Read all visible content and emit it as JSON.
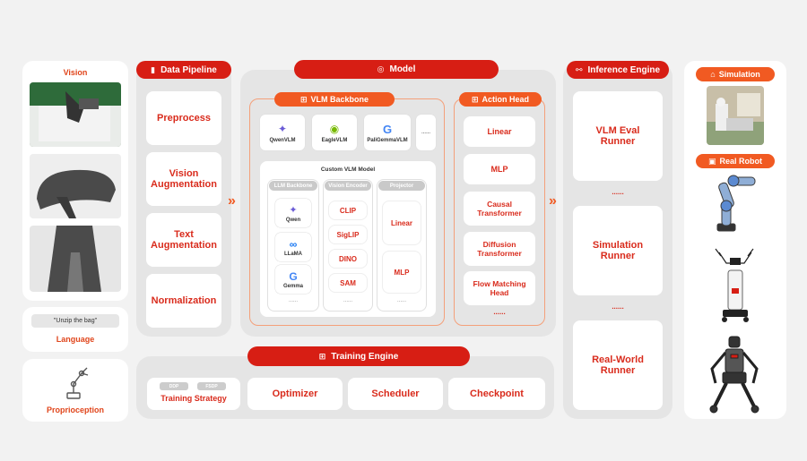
{
  "input": {
    "vision_label": "Vision",
    "language_quote": "\"Unzip the bag\"",
    "language_label": "Language",
    "proprioception_label": "Proprioception"
  },
  "data_pipeline": {
    "title": "Data Pipeline",
    "items": [
      "Preprocess",
      "Vision Augmentation",
      "Text Augmentation",
      "Normalization"
    ]
  },
  "model": {
    "title": "Model",
    "vlm_backbone": {
      "title": "VLM Backbone",
      "models": [
        "QwenVLM",
        "EagleVLM",
        "PaliGemmaVLM"
      ],
      "more": "......",
      "custom": {
        "title": "Custom VLM Model",
        "llm_backbone": {
          "title": "LLM Backbone",
          "items": [
            "Qwen",
            "LLaMA",
            "Gemma"
          ],
          "more": "......"
        },
        "vision_encoder": {
          "title": "Vision Encoder",
          "items": [
            "CLIP",
            "SigLIP",
            "DINO",
            "SAM"
          ],
          "more": "......"
        },
        "projector": {
          "title": "Projector",
          "items": [
            "Linear",
            "MLP"
          ],
          "more": "......"
        }
      }
    },
    "action_head": {
      "title": "Action Head",
      "items": [
        "Linear",
        "MLP",
        "Causal Transformer",
        "Diffusion Transformer",
        "Flow Matching Head"
      ],
      "more": "......"
    }
  },
  "inference_engine": {
    "title": "Inference Engine",
    "items": [
      "VLM Eval Runner",
      "Simulation Runner",
      "Real-World Runner"
    ],
    "more": "......"
  },
  "training_engine": {
    "title": "Training Engine",
    "strategy": {
      "label": "Training Strategy",
      "tags": [
        "DDP",
        "FSDP"
      ]
    },
    "items": [
      "Optimizer",
      "Scheduler",
      "Checkpoint"
    ]
  },
  "deploy": {
    "simulation_label": "Simulation",
    "real_robot_label": "Real Robot"
  },
  "colors": {
    "primary_red": "#d71e14",
    "accent_orange": "#f15a22",
    "panel_gray": "#e5e5e5"
  }
}
